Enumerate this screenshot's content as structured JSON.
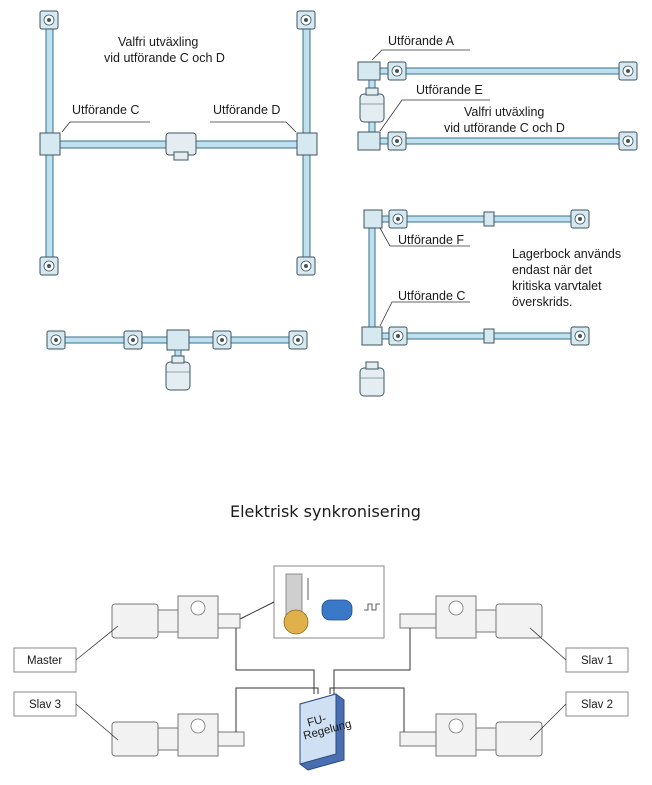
{
  "top_left": {
    "note_line1": "Valfri utväxling",
    "note_line2": "vid utförande C och D",
    "label_c": "Utförande C",
    "label_d": "Utförande D"
  },
  "top_right": {
    "label_a": "Utförande A",
    "label_e": "Utförande E",
    "note_line1": "Valfri utväxling",
    "note_line2": "vid utförande C och D"
  },
  "mid_right": {
    "label_f": "Utförande F",
    "label_c": "Utförande C",
    "note_line1": "Lagerbock används",
    "note_line2": "endast när det",
    "note_line3": "kritiska varvtalet",
    "note_line4": "överskrids."
  },
  "sync": {
    "title": "Elektrisk  synkronisering",
    "master": "Master",
    "slav1": "Slav 1",
    "slav2": "Slav 2",
    "slav3": "Slav 3",
    "fu_line1": "FU-",
    "fu_line2": "Regelung"
  }
}
